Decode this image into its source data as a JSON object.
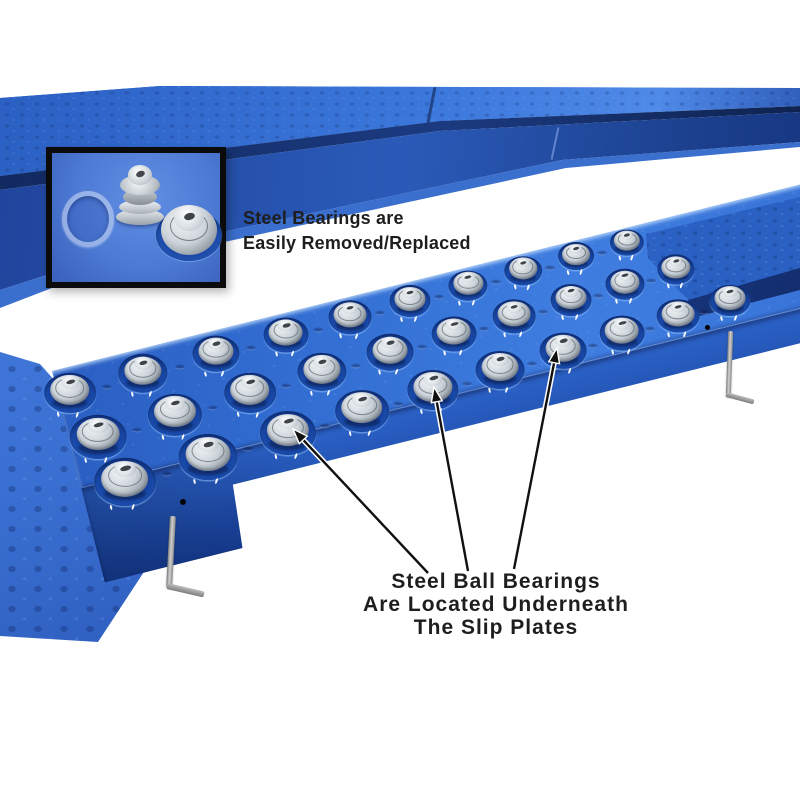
{
  "inset_caption": {
    "line1": "Steel Bearings are",
    "line2": "Easily Removed/Replaced"
  },
  "bearings_label": {
    "line1": "Steel Ball Bearings",
    "line2": "Are Located Underneath",
    "line3": "The Slip Plates"
  },
  "scene": {
    "description": "Blue vehicle-lift slip plate covered with steel ball transfer bearings, with a background runway ramp, a dimpled approach ramp, two hanging locking pins, and an inset close-up photo of two removable bearings beside an empty bearing hole",
    "bearing_rows": 3,
    "bearings_per_row": 10,
    "arrow_count": 3,
    "inset_contents": [
      "empty-bearing-hole-ring",
      "loose-steel-bearing",
      "installed-steel-bearing"
    ]
  },
  "colors": {
    "background": "#ffffff",
    "plate_blue": "#3570d6",
    "face_blue": "#1f4aa6",
    "dark_navy": "#16337f",
    "steel": "#ccd3d9",
    "text": "#1e1e1e",
    "arrow": "#111111"
  }
}
